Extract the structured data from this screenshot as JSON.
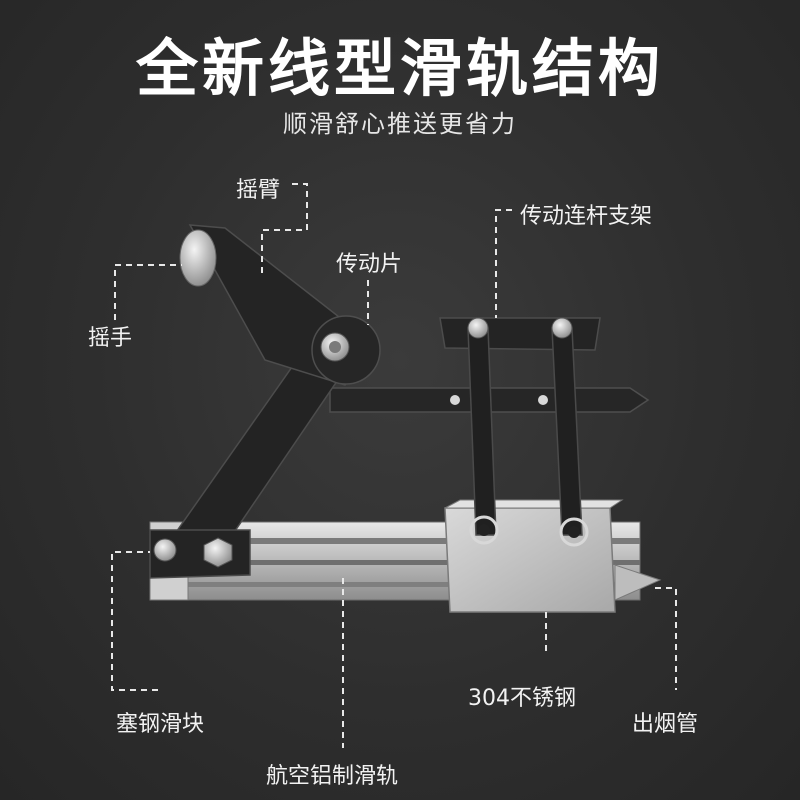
{
  "header": {
    "title": "全新线型滑轨结构",
    "subtitle": "顺滑舒心推送更省力"
  },
  "labels": {
    "rocker_arm": "摇臂",
    "handle": "摇手",
    "drive_plate": "传动片",
    "link_bracket": "传动连杆支架",
    "steel_slider": "塞钢滑块",
    "aluminum_rail": "航空铝制滑轨",
    "stainless": "304不锈钢",
    "smoke_tube": "出烟管"
  },
  "colors": {
    "background": "#2e2e2e",
    "metal_dark": "#1f1f1f",
    "metal_edge": "#4a4a4a",
    "steel": "#c9c9c9",
    "leader": "#e8e8e8"
  }
}
